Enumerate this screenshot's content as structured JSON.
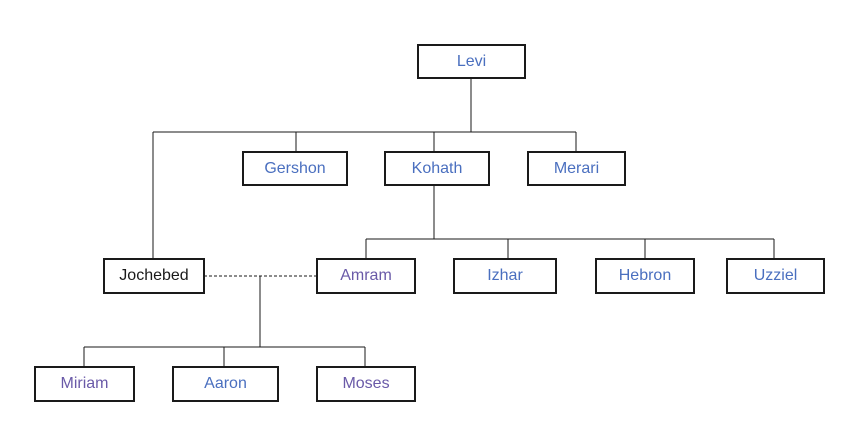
{
  "tree": {
    "nodes": [
      {
        "id": "levi",
        "label": "Levi",
        "style": "link"
      },
      {
        "id": "gershon",
        "label": "Gershon",
        "style": "link"
      },
      {
        "id": "kohath",
        "label": "Kohath",
        "style": "link"
      },
      {
        "id": "merari",
        "label": "Merari",
        "style": "link"
      },
      {
        "id": "jochebed",
        "label": "Jochebed",
        "style": "plain"
      },
      {
        "id": "amram",
        "label": "Amram",
        "style": "visited"
      },
      {
        "id": "izhar",
        "label": "Izhar",
        "style": "link"
      },
      {
        "id": "hebron",
        "label": "Hebron",
        "style": "link"
      },
      {
        "id": "uzziel",
        "label": "Uzziel",
        "style": "link"
      },
      {
        "id": "miriam",
        "label": "Miriam",
        "style": "visited"
      },
      {
        "id": "aaron",
        "label": "Aaron",
        "style": "link"
      },
      {
        "id": "moses",
        "label": "Moses",
        "style": "visited"
      }
    ],
    "colors": {
      "link": "#4a6fbf",
      "visited": "#6a5aa8",
      "plain": "#1a1a1a",
      "line": "#1a1a1a"
    }
  }
}
